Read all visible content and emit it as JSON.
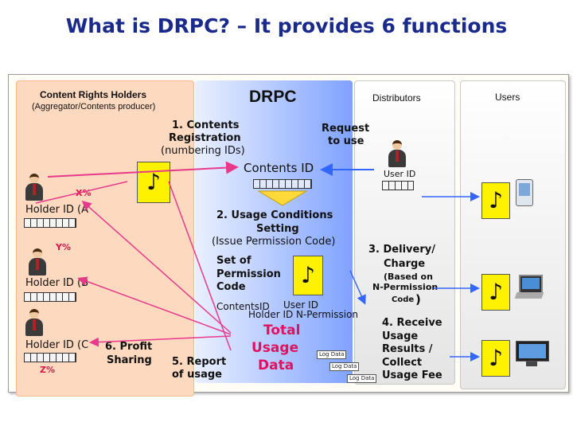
{
  "title": "What is DRPC? – It provides 6 functions",
  "columns": {
    "content_rights_holders": "Content Rights Holders",
    "aggregator": "(Aggregator/Contents producer)",
    "drpc": "DRPC",
    "distributors": "Distributors",
    "users": "Users"
  },
  "holders": [
    {
      "share": "X%",
      "label": "Holder ID (A"
    },
    {
      "share": "Y%",
      "label": "Holder ID (B"
    },
    {
      "share": "Z%",
      "label": "Holder ID (C"
    }
  ],
  "steps": {
    "registration_1": "1. Contents",
    "registration_2": "Registration",
    "registration_3": "(numbering IDs)",
    "contents_id": "Contents ID",
    "request_1": "Request",
    "request_2": "to use",
    "user_id": "User ID",
    "usage_1": "2. Usage Conditions",
    "usage_2": "Setting",
    "usage_3": "(Issue Permission Code)",
    "permission_1": "Set of",
    "permission_2": "Permission",
    "permission_3": "Code",
    "delivery_1": "3. Delivery/",
    "delivery_2": "Charge",
    "based_1": "(Based on",
    "based_2": "N-Permission",
    "based_3": "Code",
    "based_paren": ")",
    "contentsid_small": "ContentsID",
    "userid_small": "User ID",
    "holderid_small": "Holder ID",
    "npermission_small": "N-Permission",
    "total_1": "Total",
    "total_2": "Usage",
    "total_3": "Data",
    "report_1": "5. Report",
    "report_2": "of usage",
    "profit_1": "6. Profit",
    "profit_2": "Sharing",
    "receive_1": "4. Receive",
    "receive_2": "Usage",
    "receive_3": "Results /",
    "receive_4": "Collect",
    "receive_5": "Usage Fee",
    "log_data": "Log Data"
  },
  "colors": {
    "title": "#1a2a8c",
    "holders_bg": "#fdd9c0",
    "drpc_blue": "#7fa2ff",
    "share_red": "#d8154a",
    "music_yellow": "#fff200",
    "arrow_pink": "#e83a8a",
    "arrow_blue": "#3366ff"
  },
  "icons": [
    "music-note-icon",
    "person-icon",
    "pda-icon",
    "laptop-icon",
    "tv-icon"
  ]
}
